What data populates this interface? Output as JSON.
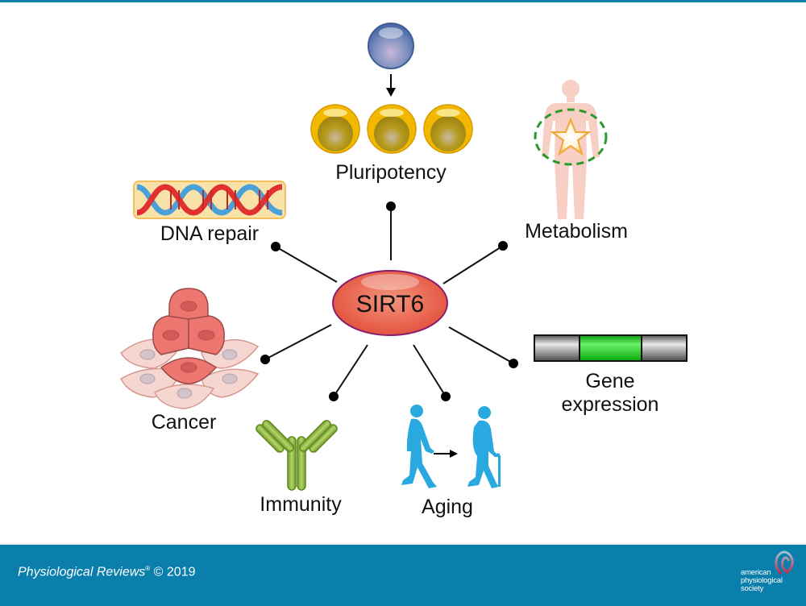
{
  "center": {
    "label": "SIRT6"
  },
  "nodes": [
    {
      "id": "pluripotency",
      "label": "Pluripotency",
      "icon": "stem-cell-differentiation-icon"
    },
    {
      "id": "metabolism",
      "label": "Metabolism",
      "icon": "human-body-metabolism-icon"
    },
    {
      "id": "gene-expression",
      "label_line1": "Gene",
      "label_line2": "expression",
      "icon": "gene-bar-icon"
    },
    {
      "id": "aging",
      "label": "Aging",
      "icon": "aging-walkers-icon"
    },
    {
      "id": "immunity",
      "label": "Immunity",
      "icon": "antibody-icon"
    },
    {
      "id": "cancer",
      "label": "Cancer",
      "icon": "cancer-cells-icon"
    },
    {
      "id": "dna-repair",
      "label": "DNA repair",
      "icon": "dna-helix-icon"
    }
  ],
  "colors": {
    "header_bar": "#0a7eaa",
    "footer_bg": "#0b7fab",
    "sirt6_fill": "#e8604c",
    "sirt6_border": "#8a1e6e",
    "gene_green": "#19d219",
    "aging_blue": "#2aa8e0",
    "antibody_green": "#8fb43a",
    "cancer_red": "#ee7670",
    "cell_gold": "#f0b400",
    "stem_blue": "#5b7db5"
  },
  "footer": {
    "journal": "Physiological Reviews",
    "registered": "®",
    "copyright": "© 2019",
    "publisher_line1": "american",
    "publisher_line2": "physiological",
    "publisher_line3": "society"
  }
}
